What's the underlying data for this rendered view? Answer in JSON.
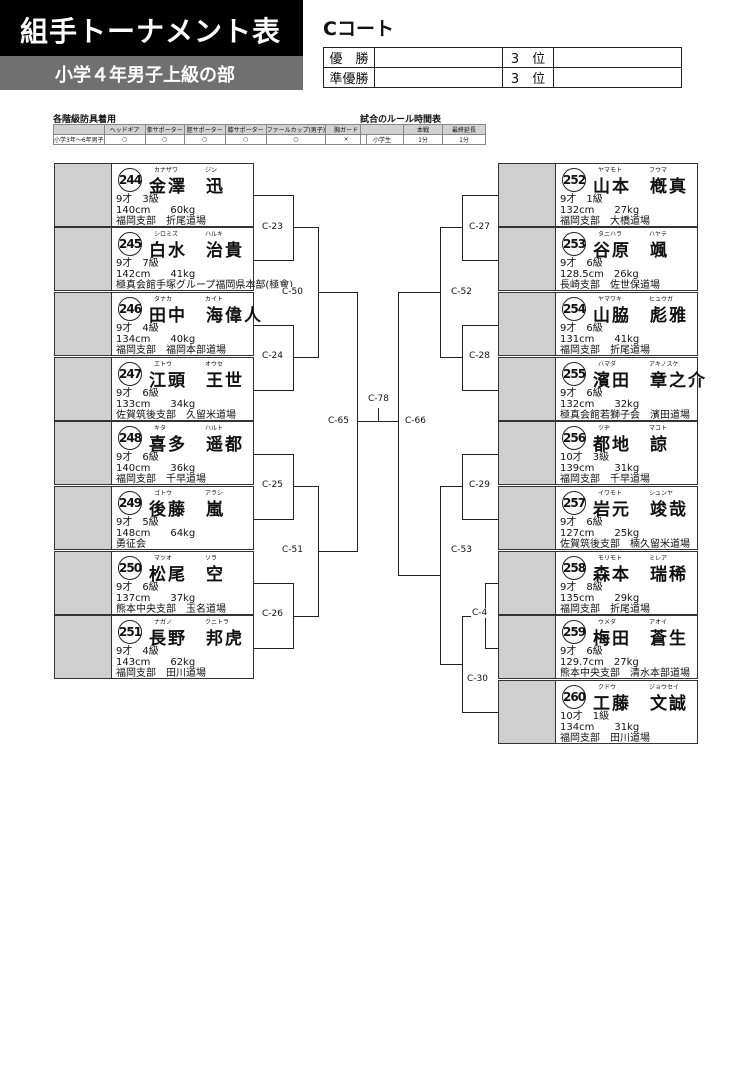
{
  "header": {
    "title": "組手トーナメント表",
    "subtitle": "小学４年男子上級の部",
    "court": "Cコート"
  },
  "results": {
    "winner": "優　勝",
    "runner_up": "準優勝",
    "third": "3　位"
  },
  "equipment": {
    "title": "各階級防具着用",
    "headers": [
      "",
      "ヘッドギア",
      "拳サポーター",
      "脛サポーター",
      "膝サポーター",
      "ファールカップ(男子)\nアンダーガード(女子)",
      "胸ガード"
    ],
    "rows": [
      [
        "小学3年〜6年男子",
        "○",
        "○",
        "○",
        "○",
        "○",
        "×"
      ]
    ]
  },
  "rules": {
    "title": "試合のルール時間表",
    "headers": [
      "",
      "本戦",
      "最終延長"
    ],
    "rows": [
      [
        "小学生",
        "1分",
        "1分"
      ]
    ]
  },
  "entries": [
    {
      "num": "244",
      "name": "金澤　迅",
      "kana1": "カナザワ",
      "kana2": "ジン",
      "age": "9才　3級",
      "body": "140cm　　60kg",
      "club": "福岡支部　折尾道場"
    },
    {
      "num": "245",
      "name": "白水　治貴",
      "kana1": "シロミズ",
      "kana2": "ハルキ",
      "age": "9才　7級",
      "body": "142cm　　41kg",
      "club": "極真会館手塚グループ福岡県本部(極會)"
    },
    {
      "num": "246",
      "name": "田中　海偉人",
      "kana1": "タナカ",
      "kana2": "カイト",
      "age": "9才　4級",
      "body": "134cm　　40kg",
      "club": "福岡支部　福岡本部道場"
    },
    {
      "num": "247",
      "name": "江頭　王世",
      "kana1": "エトウ",
      "kana2": "オウセ",
      "age": "9才　6級",
      "body": "133cm　　34kg",
      "club": "佐賀筑後支部　久留米道場"
    },
    {
      "num": "248",
      "name": "喜多　遥都",
      "kana1": "キタ",
      "kana2": "ハルト",
      "age": "9才　6級",
      "body": "140cm　　36kg",
      "club": "福岡支部　千早道場"
    },
    {
      "num": "249",
      "name": "後藤　嵐",
      "kana1": "ゴトウ",
      "kana2": "アラシ",
      "age": "9才　5級",
      "body": "148cm　　64kg",
      "club": "勇征会"
    },
    {
      "num": "250",
      "name": "松尾　空",
      "kana1": "マツオ",
      "kana2": "ソラ",
      "age": "9才　6級",
      "body": "137cm　　37kg",
      "club": "熊本中央支部　玉名道場"
    },
    {
      "num": "251",
      "name": "長野　邦虎",
      "kana1": "ナガノ",
      "kana2": "クニトラ",
      "age": "9才　4級",
      "body": "143cm　　62kg",
      "club": "福岡支部　田川道場"
    },
    {
      "num": "252",
      "name": "山本　槪真",
      "kana1": "ヤマモト",
      "kana2": "フウマ",
      "age": "9才　1級",
      "body": "132cm　　27kg",
      "club": "福岡支部　大橋道場"
    },
    {
      "num": "253",
      "name": "谷原　颯",
      "kana1": "タニハラ",
      "kana2": "ハヤテ",
      "age": "9才　6級",
      "body": "128.5cm　26kg",
      "club": "長崎支部　佐世保道場"
    },
    {
      "num": "254",
      "name": "山脇　彪雅",
      "kana1": "ヤマワキ",
      "kana2": "ヒュウガ",
      "age": "9才　6級",
      "body": "131cm　　41kg",
      "club": "福岡支部　折尾道場"
    },
    {
      "num": "255",
      "name": "濱田　章之介",
      "kana1": "ハマダ",
      "kana2": "アキノスケ",
      "age": "9才　6級",
      "body": "132cm　　32kg",
      "club": "極真会館若獅子会　濱田道場"
    },
    {
      "num": "256",
      "name": "都地　諒",
      "kana1": "ツヂ",
      "kana2": "マコト",
      "age": "10才　3級",
      "body": "139cm　　31kg",
      "club": "福岡支部　千早道場"
    },
    {
      "num": "257",
      "name": "岩元　竣哉",
      "kana1": "イワモト",
      "kana2": "シュンヤ",
      "age": "9才　6級",
      "body": "127cm　　25kg",
      "club": "佐賀筑後支部　楠久留米道場"
    },
    {
      "num": "258",
      "name": "森本　瑞稀",
      "kana1": "モリモト",
      "kana2": "ミレア",
      "age": "9才　8級",
      "body": "135cm　　29kg",
      "club": "福岡支部　折尾道場"
    },
    {
      "num": "259",
      "name": "梅田　蒼生",
      "kana1": "ウメダ",
      "kana2": "アオイ",
      "age": "9才　6級",
      "body": "129.7cm　27kg",
      "club": "熊本中央支部　清水本部道場"
    },
    {
      "num": "260",
      "name": "工藤　文誠",
      "kana1": "クドウ",
      "kana2": "ジョウセイ",
      "age": "10才　1級",
      "body": "134cm　　31kg",
      "club": "福岡支部　田川道場"
    }
  ],
  "matches": [
    "C-23",
    "C-24",
    "C-25",
    "C-26",
    "C-50",
    "C-51",
    "C-65",
    "C-78",
    "C-66",
    "C-52",
    "C-53",
    "C-27",
    "C-28",
    "C-29",
    "C-4",
    "C-30"
  ]
}
